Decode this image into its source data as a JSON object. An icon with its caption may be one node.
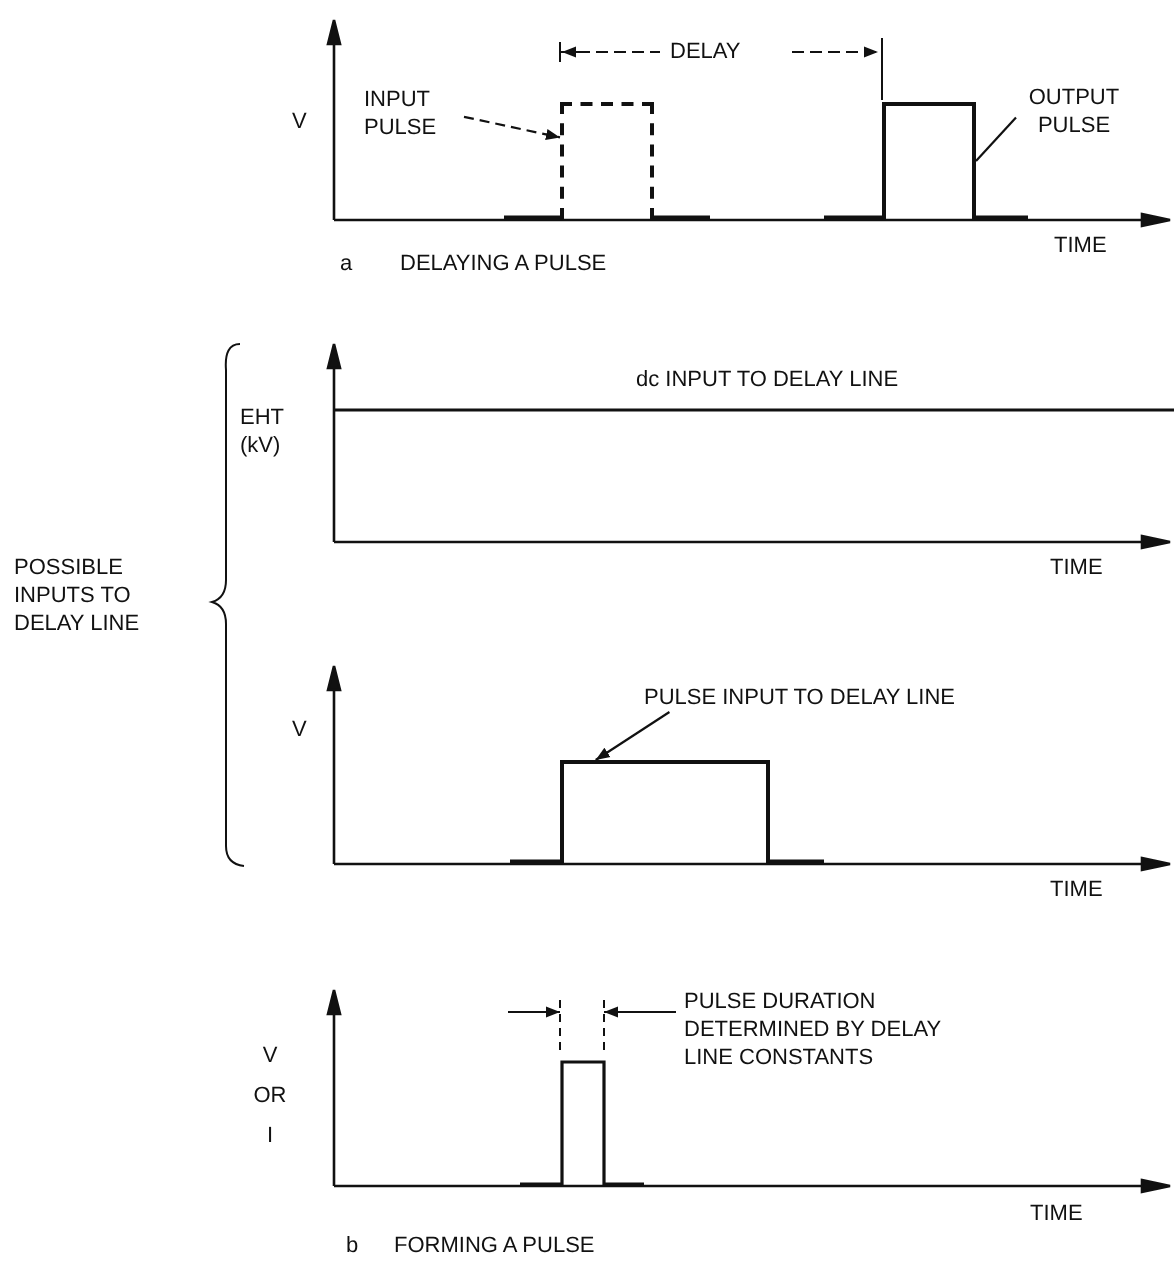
{
  "diagram": {
    "nodes": [
      {
        "text": [
          "INPUT PULSE"
        ]
      },
      {
        "text": [],
        "shape": "box"
      },
      {
        "text": [],
        "shape": "box"
      },
      {
        "text": [
          "OUTPUT PULSE"
        ]
      },
      {
        "text": [
          "PULSE INPUT TO DELAY LINE"
        ]
      },
      {
        "text": [],
        "shape": "box"
      }
    ],
    "edges": [
      {
        "from": 0,
        "to": 1,
        "arrow": "to",
        "style": "dashed"
      },
      {
        "from": 3,
        "to": 2,
        "arrow": "none"
      },
      {
        "from": 4,
        "to": 5,
        "arrow": "to"
      }
    ],
    "labels": [
      "V",
      "DELAY",
      "TIME",
      "a",
      "DELAYING A PULSE",
      "EHT (kV)",
      "dc INPUT TO DELAY LINE",
      "TIME",
      "POSSIBLE INPUTS TO DELAY LINE",
      "V",
      "TIME",
      "V OR I",
      "PULSE DURATION DETERMINED BY DELAY LINE CONSTANTS",
      "TIME",
      "b",
      "FORMING A PULSE"
    ]
  }
}
